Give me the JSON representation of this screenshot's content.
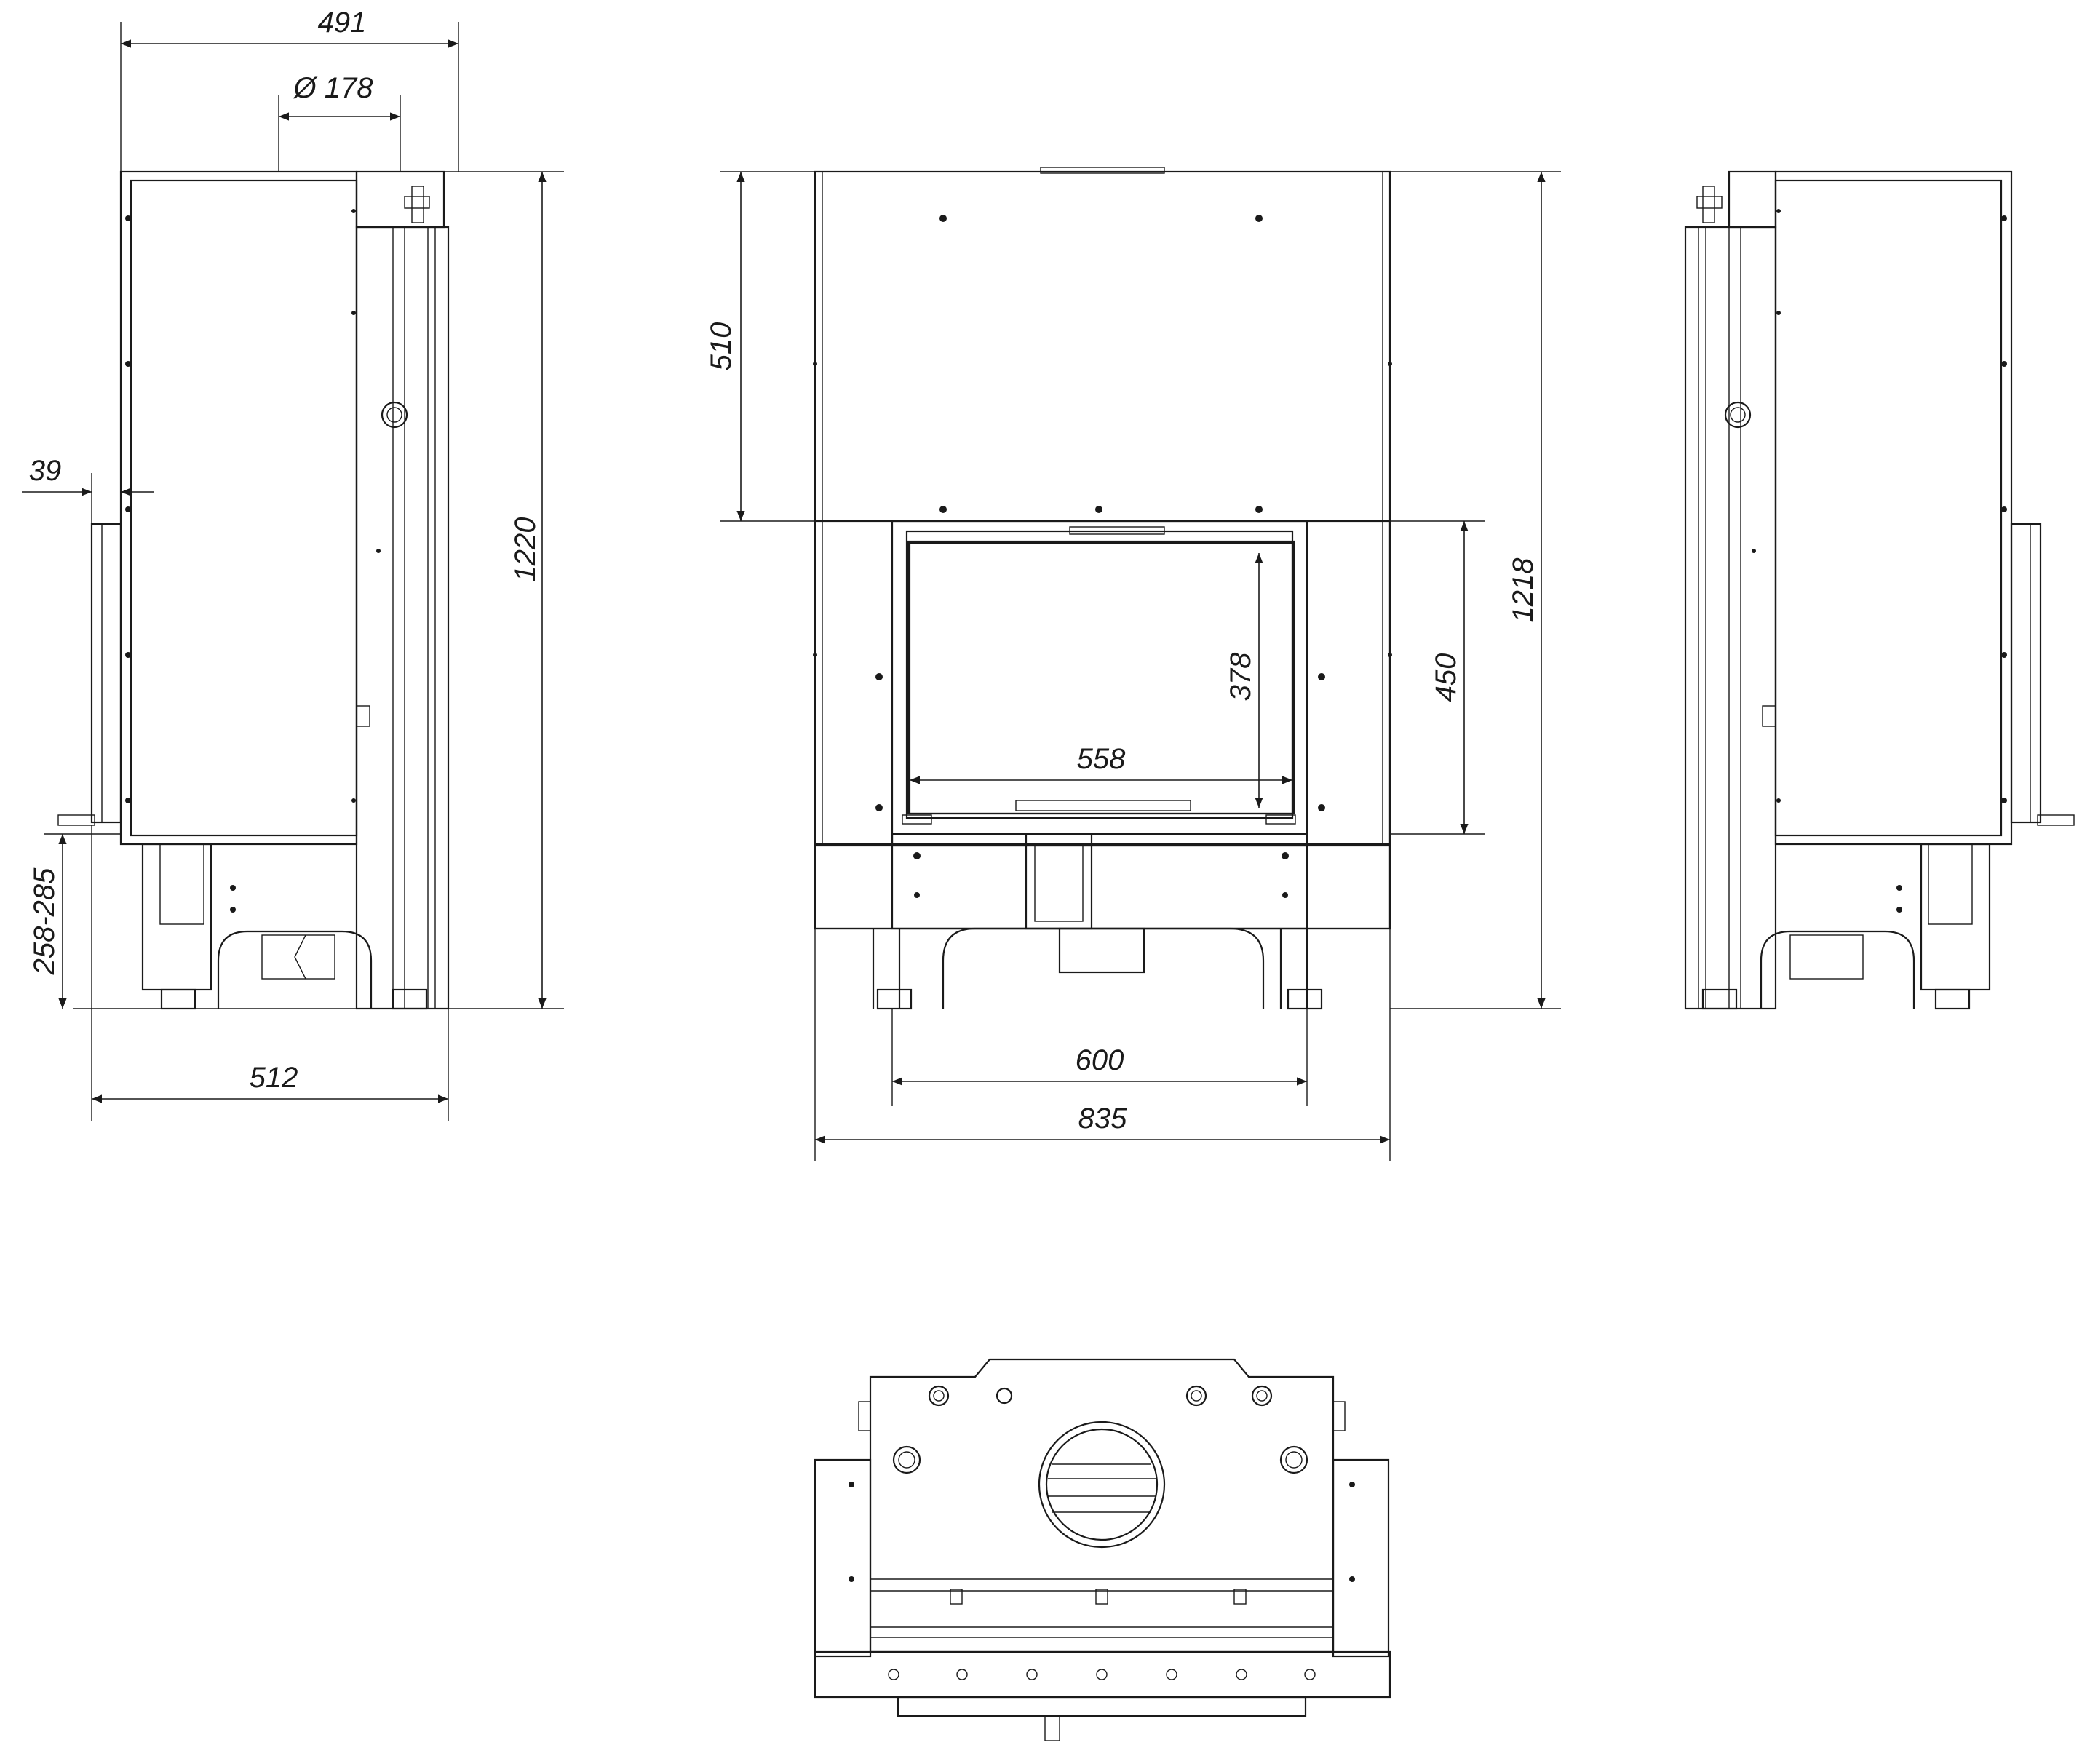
{
  "dimensions": {
    "side_depth": "491",
    "flue_diameter": "Ø 178",
    "offset_39": "39",
    "height_1220": "1220",
    "leg_height": "258-285",
    "side_base": "512",
    "front_upper": "510",
    "glass_height": "378",
    "door_height": "450",
    "front_total_height": "1218",
    "glass_width": "558",
    "door_width": "600",
    "front_total_width": "835"
  },
  "icons": {
    "arrow": "arrowhead",
    "bolt": "bolt-dot"
  }
}
